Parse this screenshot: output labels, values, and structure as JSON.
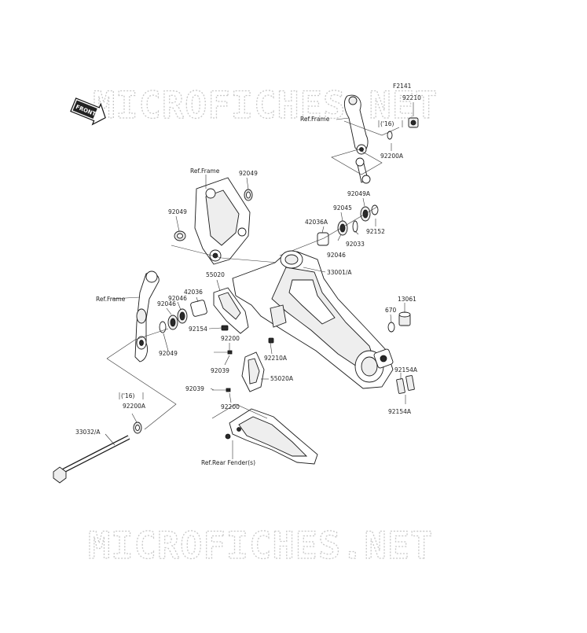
{
  "diagram_code": "F2141",
  "front_label": "FRONT",
  "watermark": "MICROFICHES.NET",
  "refs": {
    "frame_top": "Ref.Frame",
    "frame_upper": "Ref.Frame",
    "frame_left": "Ref.Frame",
    "rear_fender": "Ref.Rear Fender(s)"
  },
  "year_notes": [
    "('16)",
    "('16)"
  ],
  "parts": {
    "p92210": "92210",
    "p92200A_top": "92200A",
    "p92049_a": "92049",
    "p92049_b": "92049",
    "p92049A": "92049A",
    "p42036A": "42036A",
    "p92045": "92045",
    "p92152": "92152",
    "p92046_r": "92046",
    "p92033": "92033",
    "p55020": "55020",
    "p33001A": "33001/A",
    "p42036": "42036",
    "p92046_l1": "92046",
    "p92046_l2": "92046",
    "p13061": "13061",
    "p670": "670",
    "p92154": "92154",
    "p92049_l": "92049",
    "p92200_a": "92200",
    "p92210A": "92210A",
    "p92039_a": "92039",
    "p92154A_a": "92154A",
    "p55020A": "55020A",
    "p92039_b": "92039",
    "p92200A_left": "92200A",
    "p92200_b": "92200",
    "p92154A_b": "92154A",
    "p33032A": "33032/A"
  }
}
